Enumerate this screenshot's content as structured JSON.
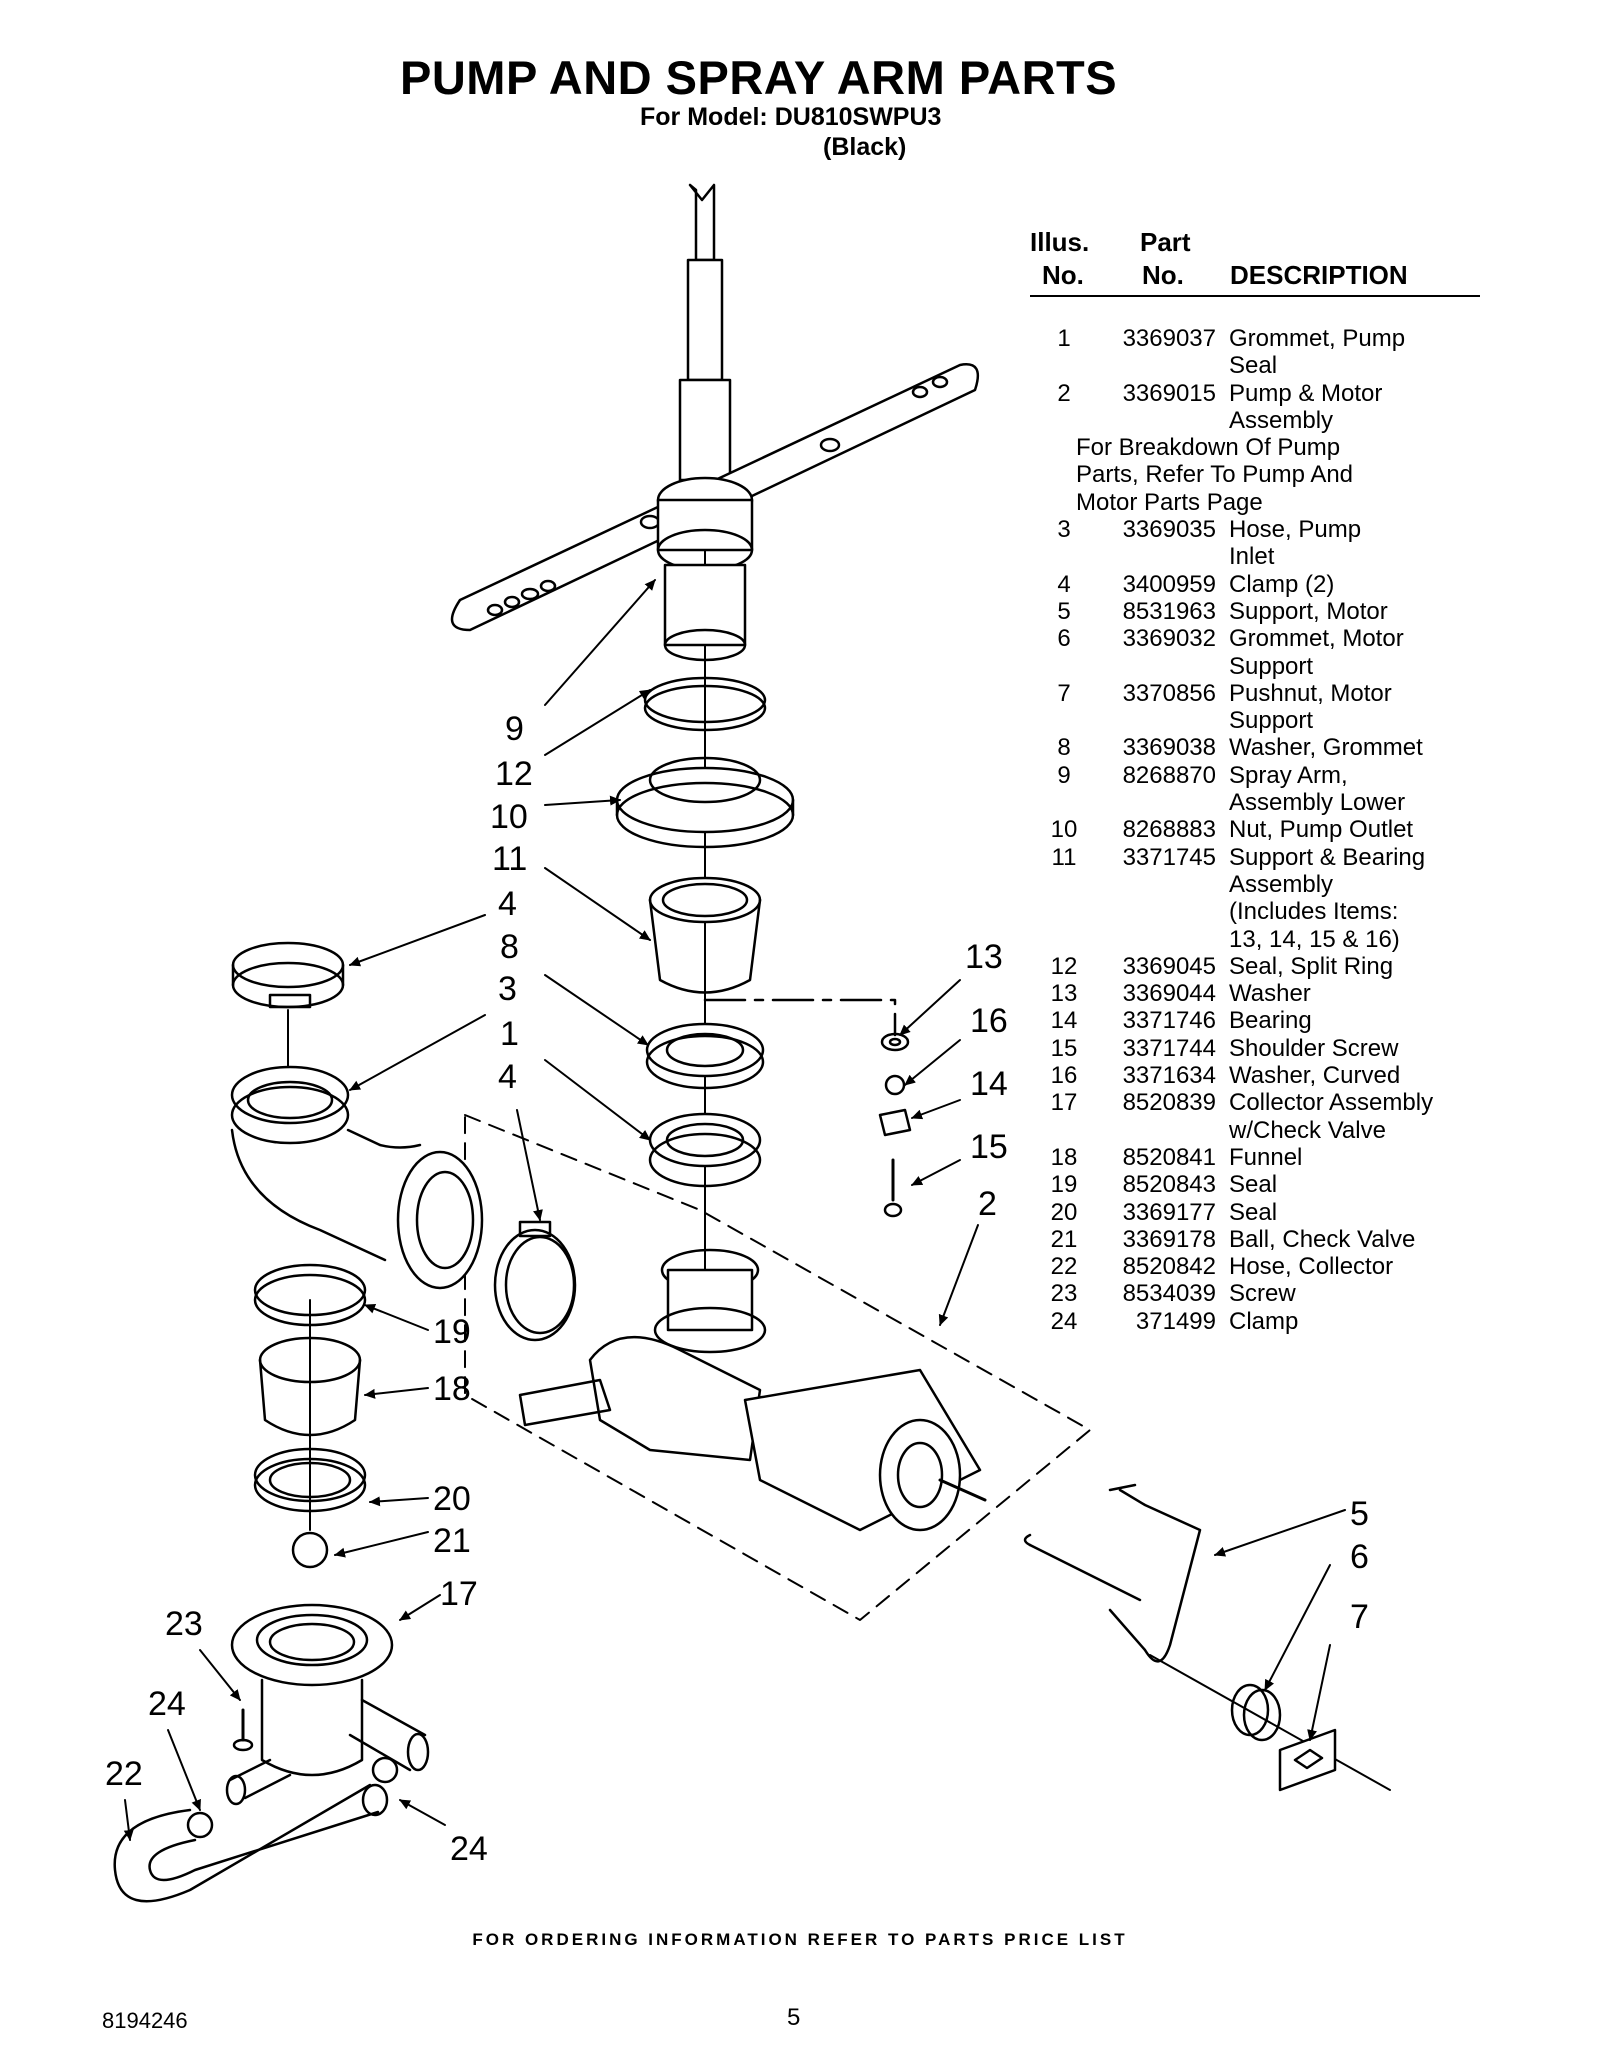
{
  "header": {
    "title": "PUMP AND SPRAY ARM PARTS",
    "model_line": "For Model: DU810SWPU3",
    "color_line": "(Black)"
  },
  "table": {
    "headers": {
      "illus_1": "Illus.",
      "illus_2": "No.",
      "part_1": "Part",
      "part_2": "No.",
      "desc": "DESCRIPTION"
    },
    "rows": [
      {
        "illus": "1",
        "part": "3369037",
        "desc": [
          "Grommet, Pump",
          "Seal"
        ]
      },
      {
        "illus": "2",
        "part": "3369015",
        "desc": [
          "Pump & Motor",
          "Assembly"
        ]
      },
      {
        "note": [
          "For Breakdown Of Pump",
          "Parts, Refer To Pump And",
          "Motor Parts Page"
        ]
      },
      {
        "illus": "3",
        "part": "3369035",
        "desc": [
          "Hose, Pump",
          "Inlet"
        ]
      },
      {
        "illus": "4",
        "part": "3400959",
        "desc": [
          "Clamp (2)"
        ]
      },
      {
        "illus": "5",
        "part": "8531963",
        "desc": [
          "Support, Motor"
        ]
      },
      {
        "illus": "6",
        "part": "3369032",
        "desc": [
          "Grommet, Motor",
          "Support"
        ]
      },
      {
        "illus": "7",
        "part": "3370856",
        "desc": [
          "Pushnut, Motor",
          "Support"
        ]
      },
      {
        "illus": "8",
        "part": "3369038",
        "desc": [
          "Washer, Grommet"
        ]
      },
      {
        "illus": "9",
        "part": "8268870",
        "desc": [
          "Spray Arm,",
          "Assembly Lower"
        ]
      },
      {
        "illus": "10",
        "part": "8268883",
        "desc": [
          "Nut, Pump Outlet"
        ]
      },
      {
        "illus": "11",
        "part": "3371745",
        "desc": [
          "Support & Bearing",
          "Assembly",
          "(Includes Items:",
          "13, 14, 15 & 16)"
        ]
      },
      {
        "illus": "12",
        "part": "3369045",
        "desc": [
          "Seal, Split Ring"
        ]
      },
      {
        "illus": "13",
        "part": "3369044",
        "desc": [
          "Washer"
        ]
      },
      {
        "illus": "14",
        "part": "3371746",
        "desc": [
          "Bearing"
        ]
      },
      {
        "illus": "15",
        "part": "3371744",
        "desc": [
          "Shoulder Screw"
        ]
      },
      {
        "illus": "16",
        "part": "3371634",
        "desc": [
          "Washer, Curved"
        ]
      },
      {
        "illus": "17",
        "part": "8520839",
        "desc": [
          "Collector Assembly",
          "w/Check Valve"
        ]
      },
      {
        "illus": "18",
        "part": "8520841",
        "desc": [
          "Funnel"
        ]
      },
      {
        "illus": "19",
        "part": "8520843",
        "desc": [
          "Seal"
        ]
      },
      {
        "illus": "20",
        "part": "3369177",
        "desc": [
          "Seal"
        ]
      },
      {
        "illus": "21",
        "part": "3369178",
        "desc": [
          "Ball, Check Valve"
        ]
      },
      {
        "illus": "22",
        "part": "8520842",
        "desc": [
          "Hose, Collector"
        ]
      },
      {
        "illus": "23",
        "part": "8534039",
        "desc": [
          "Screw"
        ]
      },
      {
        "illus": "24",
        "part": "371499",
        "desc": [
          "Clamp"
        ]
      }
    ]
  },
  "callouts": {
    "c9": "9",
    "c12": "12",
    "c10": "10",
    "c11": "11",
    "c4a": "4",
    "c8": "8",
    "c3": "3",
    "c1": "1",
    "c4b": "4",
    "c13": "13",
    "c16": "16",
    "c14": "14",
    "c15": "15",
    "c2": "2",
    "c19": "19",
    "c18": "18",
    "c20": "20",
    "c21": "21",
    "c17": "17",
    "c23": "23",
    "c24a": "24",
    "c22": "22",
    "c24b": "24",
    "c5": "5",
    "c6": "6",
    "c7": "7"
  },
  "footer": {
    "ordering": "FOR ORDERING INFORMATION REFER TO PARTS PRICE LIST",
    "doc_number": "8194246",
    "page_number": "5"
  }
}
